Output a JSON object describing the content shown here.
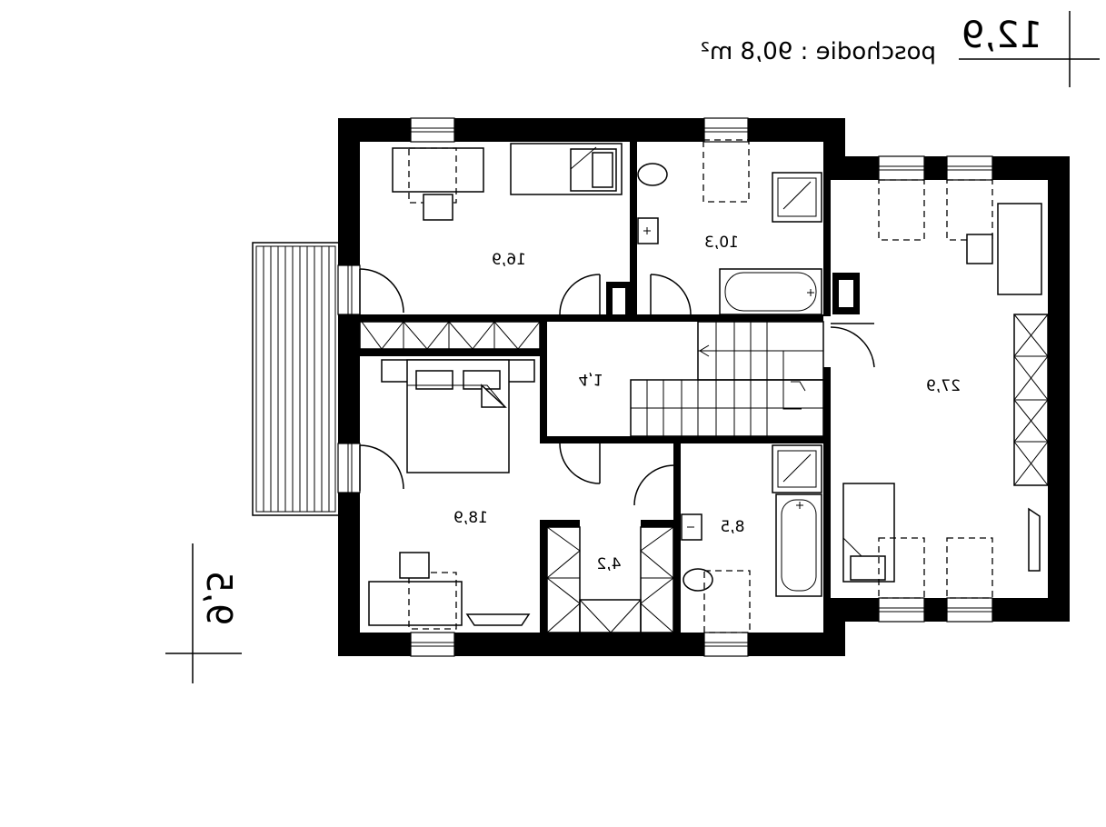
{
  "header": {
    "floor_label": "poschodie : 90,8 m²",
    "width_dimension": "12,9"
  },
  "depth_dimension": "9,5",
  "rooms": [
    {
      "id": "room-bedroom-top",
      "area": "16,9"
    },
    {
      "id": "room-bathroom-top",
      "area": "10,3"
    },
    {
      "id": "room-hall",
      "area": "4,1"
    },
    {
      "id": "room-bedroom-bottom",
      "area": "18,9"
    },
    {
      "id": "room-wardrobe",
      "area": "4,2"
    },
    {
      "id": "room-bathroom-bottom",
      "area": "8,5"
    },
    {
      "id": "room-large",
      "area": "27,9"
    }
  ]
}
